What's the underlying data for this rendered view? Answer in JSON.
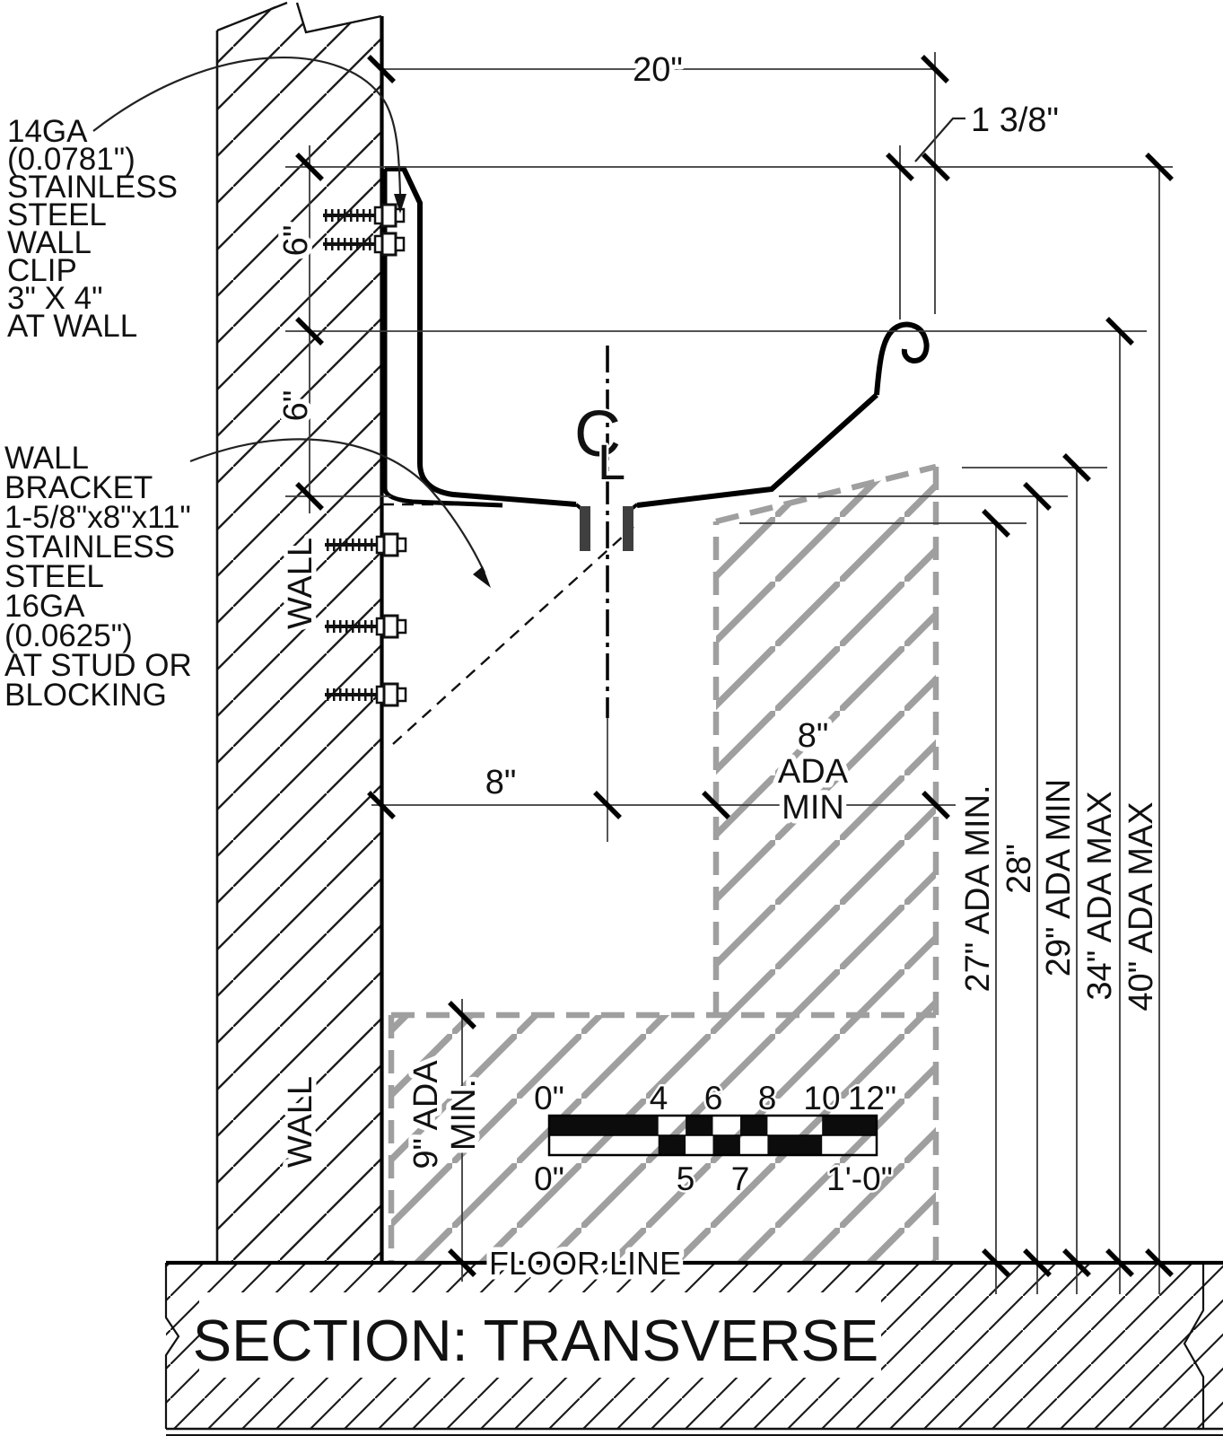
{
  "title": "SECTION: TRANSVERSE",
  "notes": {
    "wall_clip": [
      "14GA",
      "(0.0781\")",
      "STAINLESS",
      "STEEL",
      "WALL",
      "CLIP",
      "3\" X 4\"",
      "AT WALL"
    ],
    "wall_bracket": [
      "WALL",
      "BRACKET",
      "1-5/8\"x8\"x11\"",
      "STAINLESS",
      "STEEL",
      "16GA",
      "(0.0625\")",
      "AT STUD OR",
      "BLOCKING"
    ]
  },
  "labels": {
    "wall_upper": "WALL",
    "wall_lower": "WALL",
    "floor_line": "FLOOR LINE",
    "centerline_c": "C",
    "centerline_l": "L"
  },
  "dimensions": {
    "top_width": "20\"",
    "rim_roll": "1 3/8\"",
    "clip_upper": "6\"",
    "clip_lower": "6\"",
    "drain_offset": "8\"",
    "knee_zone_1": "8\"",
    "knee_zone_2": "ADA",
    "knee_zone_3": "MIN",
    "toe_zone_1": "9\" ADA",
    "toe_zone_2": "MIN.",
    "h27": "27\" ADA MIN.",
    "h28": "28\"",
    "h29": "29\" ADA MIN",
    "h34": "34\" ADA MAX",
    "h40": "40\" ADA MAX"
  },
  "scale_bar": {
    "top": [
      "0\"",
      "4",
      "6",
      "8",
      "10",
      "12\""
    ],
    "bottom": [
      "0\"",
      "5",
      "7",
      "1'-0\""
    ]
  },
  "colors": {
    "ink": "#111111",
    "dim_line": "#3a3a3a",
    "clearance": "#9f9f9f"
  }
}
